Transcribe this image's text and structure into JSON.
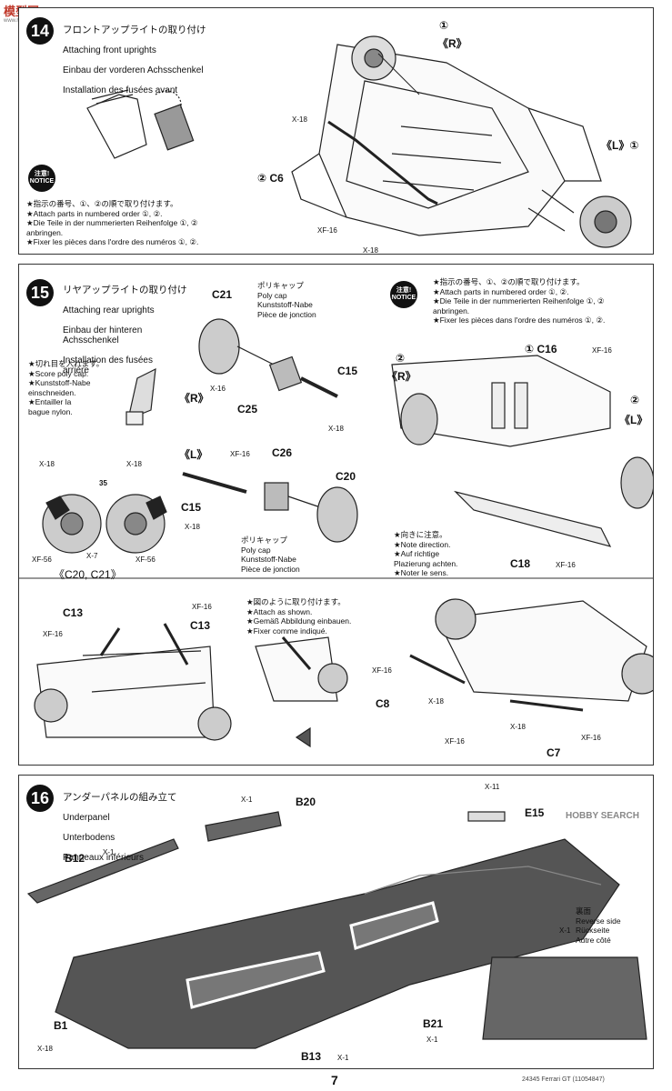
{
  "watermark": {
    "top_left": "模型网",
    "top_left_sub": "www.hobbymodel.com",
    "right": "HOBBY SEARCH"
  },
  "step14": {
    "number": "14",
    "title_jp": "フロントアップライトの取り付け",
    "title_en": "Attaching front uprights",
    "title_de": "Einbau der vorderen Achsschenkel",
    "title_fr": "Installation des fusées avant",
    "notice_jp": "注意!",
    "notice_en": "NOTICE",
    "notice_text": "★指示の番号、①、②の順で取り付けます。\n★Attach parts in numbered order ①, ②.\n★Die Teile in der nummerierten Reihenfolge ①, ②\nanbringen.\n★Fixer les pièces dans l'ordre des numéros ①, ②.",
    "labels": {
      "r_num": "①",
      "r_side": "《R》",
      "l_side": "《L》①",
      "c6": "② C6",
      "x18a": "X-18",
      "xf16": "XF-16",
      "x18b": "X-18"
    }
  },
  "step15": {
    "number": "15",
    "title_jp": "リヤアップライトの取り付け",
    "title_en": "Attaching rear uprights",
    "title_de": "Einbau der hinteren\nAchsschenkel",
    "title_fr": "Installation des fusées\narrière",
    "polycap_top": "ポリキャップ\nPoly cap\nKunststoff-Nabe\nPièce de jonction",
    "polycap_bottom": "ポリキャップ\nPoly cap\nKunststoff-Nabe\nPièce de jonction",
    "score_note": "★切れ目を入れます。\n★Score poly cap.\n★Kunststoff-Nabe\neinschneiden.\n★Entailler la\nbague nylon.",
    "notice_text": "★指示の番号、①、②の順で取り付けます。\n★Attach parts in numbered order ①, ②.\n★Die Teile in der nummerierten Reihenfolge ①, ②\nanbringen.\n★Fixer les pièces dans l'ordre des numéros ①, ②.",
    "direction_note": "★向きに注意。\n★Note direction.\n★Auf richtige\nPlazierung achten.\n★Noter le sens.",
    "attach_note": "★図のように取り付けます。\n★Attach as shown.\n★Gemäß Abbildung einbauen.\n★Fixer comme indiqué.",
    "labels": {
      "c21": "C21",
      "r": "《R》",
      "x16": "X-16",
      "c25": "C25",
      "c15a": "C15",
      "x18a": "X-18",
      "l": "《L》",
      "xf16": "XF-16",
      "c26": "C26",
      "c15b": "C15",
      "x18b": "X-18",
      "c20": "C20",
      "brake_x18a": "X-18",
      "brake_x18b": "X-18",
      "brake_xf56a": "XF-56",
      "brake_x7": "X-7",
      "brake_xf56b": "XF-56",
      "brake_35": "35",
      "brake_caption": "《C20, C21》",
      "r2": "②",
      "r2side": "《R》",
      "c16": "① C16",
      "c16paint": "XF-16",
      "l2": "②",
      "l2side": "《L》",
      "c18": "C18",
      "c18paint": "XF-16",
      "c13a": "C13",
      "c13a_paint": "XF-16",
      "c13b_paint": "XF-16",
      "c13b": "C13",
      "c8": "C8",
      "c8_paint1": "XF-16",
      "c8_paint2": "X-18",
      "c7": "C7",
      "c7_paint1": "X-18",
      "c7_paint2": "XF-16",
      "c7_paint3": "XF-16"
    }
  },
  "step16": {
    "number": "16",
    "title_jp": "アンダーパネルの組み立て",
    "title_en": "Underpanel",
    "title_de": "Unterbodens",
    "title_fr": "Panneaux inférieurs",
    "reverse_side": "裏面\nReverse side\nRückseite\nAutre côté",
    "labels": {
      "b20": "B20",
      "b20_paint": "X-1",
      "b12": "B12",
      "b12_paint": "X-1",
      "e15": "E15",
      "e15_paint": "X-11",
      "b1": "B1",
      "b1_paint": "X-18",
      "b13": "B13",
      "b13_paint": "X-1",
      "b21": "B21",
      "b21_paint": "X-1",
      "rev_paint": "X-1"
    }
  },
  "footer": {
    "page": "7",
    "code": "24345 Ferrari GT (11054847)"
  }
}
